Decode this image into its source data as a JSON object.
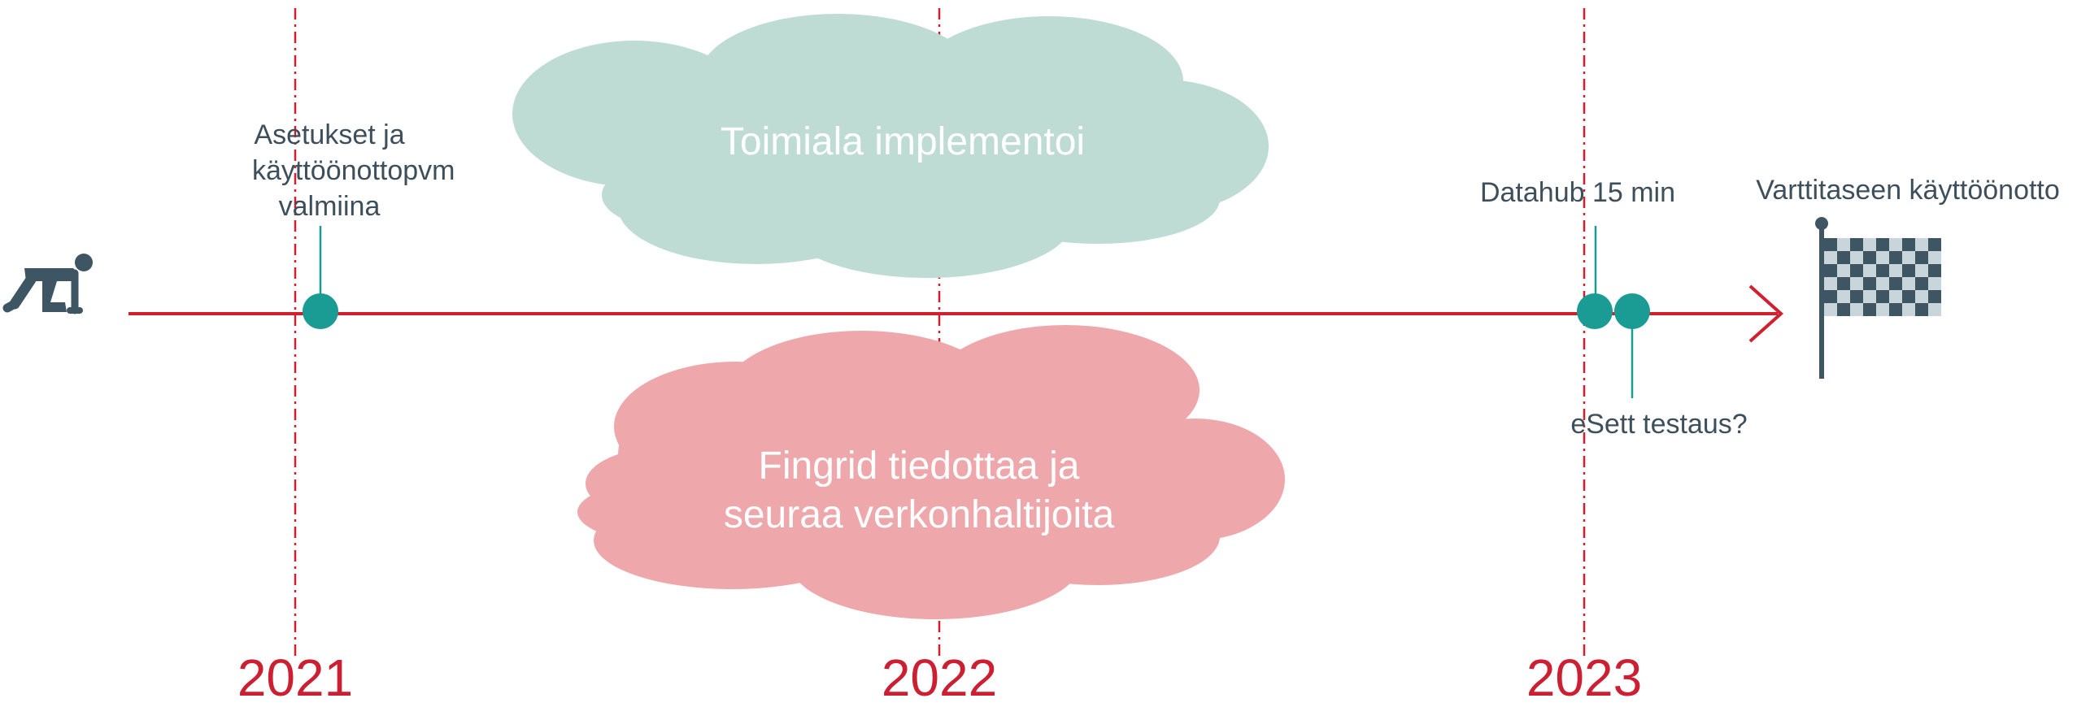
{
  "colors": {
    "timeline": "#d0202f",
    "milestone": "#1a9c95",
    "cloud_green": "#bedcd4",
    "cloud_pink": "#eea8ab",
    "text": "#3e4f5c",
    "flag_dark": "#3e5664",
    "flag_light": "#c9d4db"
  },
  "icons": {
    "start": "runner-crouch-icon",
    "finish": "checkered-flag-icon"
  },
  "years": [
    "2021",
    "2022",
    "2023"
  ],
  "milestones": {
    "asetukset": [
      "Asetukset ja",
      "käyttöönottopvm",
      "valmiina"
    ],
    "datahub": "Datahub 15 min",
    "esett": "eSett testaus?",
    "finish": "Varttitaseen käyttöönotto"
  },
  "clouds": {
    "industry": "Toimiala implementoi",
    "fingrid": [
      "Fingrid tiedottaa ja",
      "seuraa verkonhaltijoita"
    ]
  }
}
